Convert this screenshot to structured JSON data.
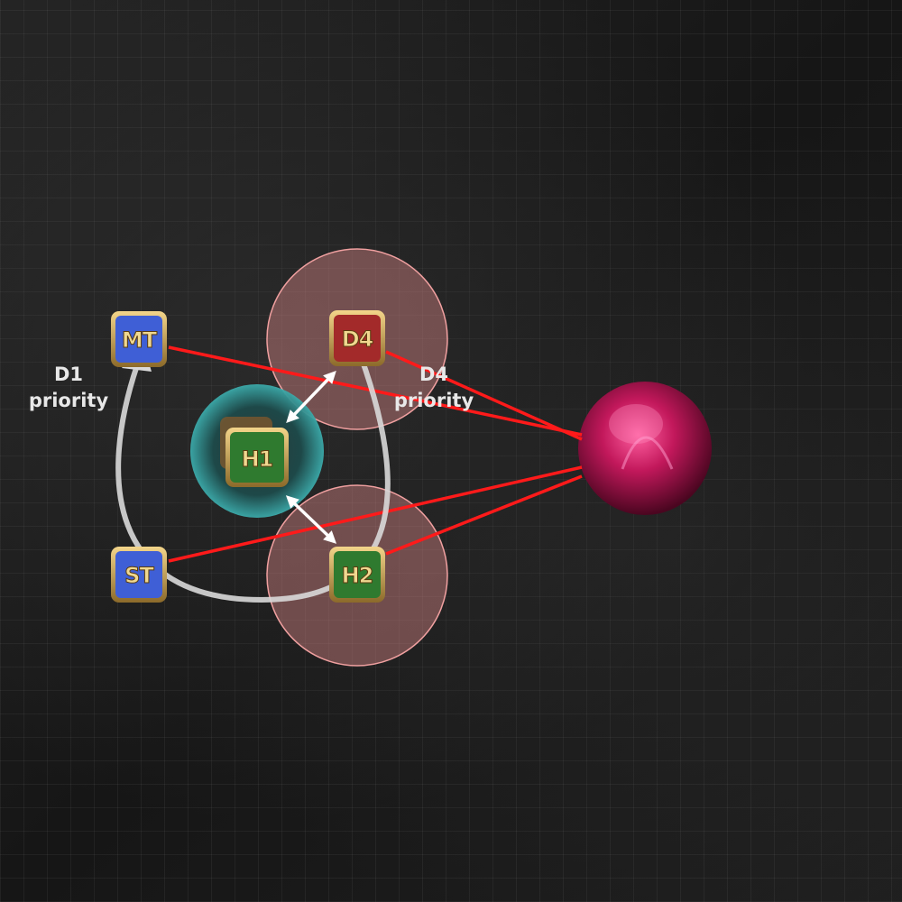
{
  "arena": {
    "floor": "dark-stone-tile-floor"
  },
  "boss": {
    "name": "boss-orb",
    "color": "#c2185b"
  },
  "aoe_color": "#e08a8a",
  "tether_color": "#ff1a1a",
  "players": [
    {
      "id": "mt",
      "label": "MT",
      "role": "tank",
      "color": "#3f5fd6"
    },
    {
      "id": "st",
      "label": "ST",
      "role": "tank",
      "color": "#3f5fd6"
    },
    {
      "id": "d4",
      "label": "D4",
      "role": "dps",
      "color": "#a32a2a"
    },
    {
      "id": "h1",
      "label": "H1",
      "role": "healer",
      "color": "#2f7a2f"
    },
    {
      "id": "h2",
      "label": "H2",
      "role": "healer",
      "color": "#2f7a2f"
    }
  ],
  "notes": {
    "d1": {
      "line1": "D1",
      "line2": "priority"
    },
    "d4": {
      "line1": "D4",
      "line2": "priority"
    }
  }
}
